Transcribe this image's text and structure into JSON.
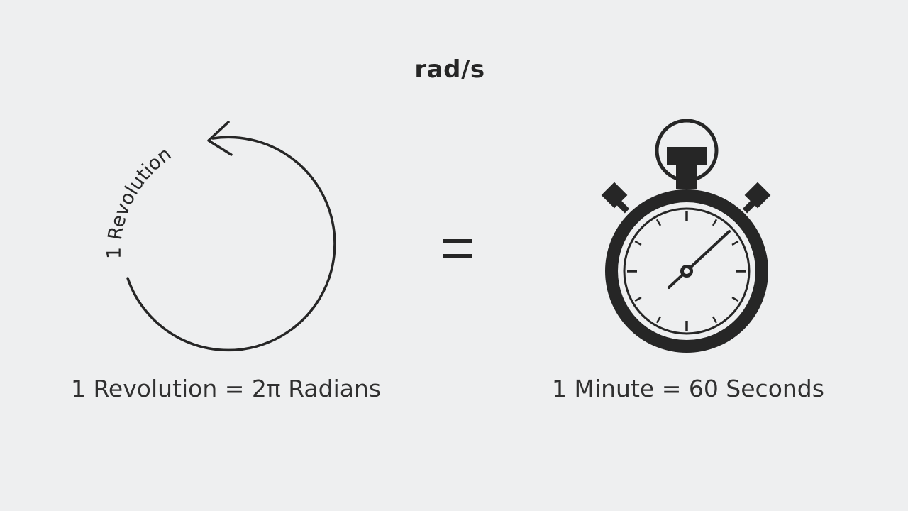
{
  "title": "rad/s",
  "left": {
    "arc_label": "1 Revolution",
    "caption": "1 Revolution = 2π Radians"
  },
  "right": {
    "caption": "1 Minute = 60 Seconds"
  },
  "icons": {
    "left": "circular-arrow-icon",
    "middle": "equals-icon",
    "right": "stopwatch-icon"
  },
  "colors": {
    "background": "#eeeff0",
    "ink": "#262626"
  }
}
